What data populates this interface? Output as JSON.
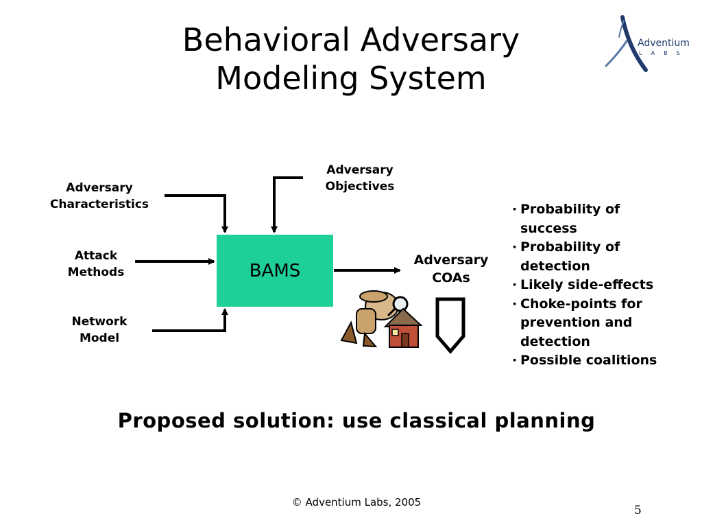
{
  "slide": {
    "title_line1": "Behavioral Adversary",
    "title_line2": "Modeling System"
  },
  "logo": {
    "name": "Adventium",
    "sub": "LABS",
    "color": "#1f3a6b"
  },
  "diagram": {
    "inputs": {
      "characteristics_line1": "Adversary",
      "characteristics_line2": "Characteristics",
      "methods_line1": "Attack",
      "methods_line2": "Methods",
      "network_line1": "Network",
      "network_line2": "Model",
      "objectives_line1": "Adversary",
      "objectives_line2": "Objectives"
    },
    "box_label": "BAMS",
    "box_color": "#1fcf98",
    "output_line1": "Adversary",
    "output_line2": "COAs"
  },
  "bullets": [
    {
      "line1": "Probability of",
      "line2": "success"
    },
    {
      "line1": "Probability of",
      "line2": "detection"
    },
    {
      "line1": "Likely side-effects",
      "line2": ""
    },
    {
      "line1": "Choke-points for",
      "line2": "prevention and",
      "line3": "detection"
    },
    {
      "line1": "Possible coalitions",
      "line2": ""
    }
  ],
  "solution": "Proposed solution:  use classical planning",
  "footer": "© Adventium Labs, 2005",
  "page_number": "5"
}
